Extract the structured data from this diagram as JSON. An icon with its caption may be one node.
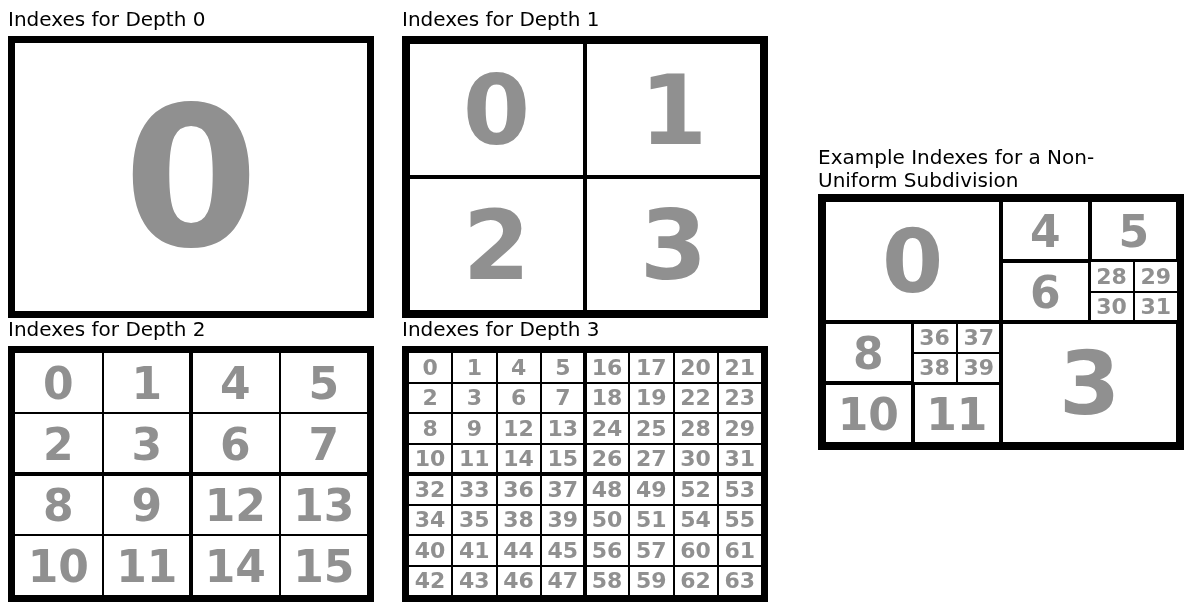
{
  "diagram": {
    "nodes": [
      {
        "text": [
          "Indexes for Depth 0"
        ]
      },
      {
        "text": [
          "0"
        ],
        "in": 0
      },
      {
        "text": [
          "Indexes for Depth 1"
        ]
      },
      {
        "text": [
          "0"
        ],
        "in": 2
      },
      {
        "text": [
          "1"
        ],
        "in": 2
      },
      {
        "text": [
          "2"
        ],
        "in": 2
      },
      {
        "text": [
          "3"
        ],
        "in": 2
      },
      {
        "text": [
          "Example Indexes for a Non-Uniform Subdivision"
        ]
      },
      {
        "text": [
          "0"
        ],
        "in": 7
      },
      {
        "text": [
          "4"
        ],
        "in": 7
      },
      {
        "text": [
          "5"
        ],
        "in": 7
      },
      {
        "text": [
          "6"
        ],
        "in": 7
      },
      {
        "text": [
          "28"
        ],
        "in": 7
      },
      {
        "text": [
          "29"
        ],
        "in": 7
      },
      {
        "text": [
          "30"
        ],
        "in": 7
      },
      {
        "text": [
          "31"
        ],
        "in": 7
      },
      {
        "text": [
          "8"
        ],
        "in": 7
      },
      {
        "text": [
          "36"
        ],
        "in": 7
      },
      {
        "text": [
          "37"
        ],
        "in": 7
      },
      {
        "text": [
          "38"
        ],
        "in": 7
      },
      {
        "text": [
          "39"
        ],
        "in": 7
      },
      {
        "text": [
          "3"
        ],
        "in": 7
      },
      {
        "text": [
          "10"
        ],
        "in": 7
      },
      {
        "text": [
          "11"
        ],
        "in": 7
      },
      {
        "text": [
          "Indexes for Depth 2"
        ]
      },
      {
        "text": [
          "0"
        ],
        "in": 24
      },
      {
        "text": [
          "1"
        ],
        "in": 24
      },
      {
        "text": [
          "4"
        ],
        "in": 24
      },
      {
        "text": [
          "5"
        ],
        "in": 24
      },
      {
        "text": [
          "2"
        ],
        "in": 24
      },
      {
        "text": [
          "3"
        ],
        "in": 24
      },
      {
        "text": [
          "6"
        ],
        "in": 24
      },
      {
        "text": [
          "7"
        ],
        "in": 24
      },
      {
        "text": [
          "8"
        ],
        "in": 24
      },
      {
        "text": [
          "9"
        ],
        "in": 24
      },
      {
        "text": [
          "12"
        ],
        "in": 24
      },
      {
        "text": [
          "13"
        ],
        "in": 24
      },
      {
        "text": [
          "10"
        ],
        "in": 24
      },
      {
        "text": [
          "11"
        ],
        "in": 24
      },
      {
        "text": [
          "14"
        ],
        "in": 24
      },
      {
        "text": [
          "15"
        ],
        "in": 24
      },
      {
        "text": [
          "Indexes for Depth 3"
        ]
      },
      {
        "text": [
          "0"
        ],
        "in": 41
      },
      {
        "text": [
          "1"
        ],
        "in": 41
      },
      {
        "text": [
          "4"
        ],
        "in": 41
      },
      {
        "text": [
          "5"
        ],
        "in": 41
      },
      {
        "text": [
          "16"
        ],
        "in": 41
      },
      {
        "text": [
          "17"
        ],
        "in": 41
      },
      {
        "text": [
          "20"
        ],
        "in": 41
      },
      {
        "text": [
          "21"
        ],
        "in": 41
      },
      {
        "text": [
          "2"
        ],
        "in": 41
      },
      {
        "text": [
          "3"
        ],
        "in": 41
      },
      {
        "text": [
          "6"
        ],
        "in": 41
      },
      {
        "text": [
          "7"
        ],
        "in": 41
      },
      {
        "text": [
          "18"
        ],
        "in": 41
      },
      {
        "text": [
          "19"
        ],
        "in": 41
      },
      {
        "text": [
          "22"
        ],
        "in": 41
      },
      {
        "text": [
          "23"
        ],
        "in": 41
      },
      {
        "text": [
          "8"
        ],
        "in": 41
      },
      {
        "text": [
          "9"
        ],
        "in": 41
      },
      {
        "text": [
          "12"
        ],
        "in": 41
      },
      {
        "text": [
          "13"
        ],
        "in": 41
      },
      {
        "text": [
          "24"
        ],
        "in": 41
      },
      {
        "text": [
          "25"
        ],
        "in": 41
      },
      {
        "text": [
          "28"
        ],
        "in": 41
      },
      {
        "text": [
          "29"
        ],
        "in": 41
      },
      {
        "text": [
          "10"
        ],
        "in": 41
      },
      {
        "text": [
          "11"
        ],
        "in": 41
      },
      {
        "text": [
          "14"
        ],
        "in": 41
      },
      {
        "text": [
          "15"
        ],
        "in": 41
      },
      {
        "text": [
          "26"
        ],
        "in": 41
      },
      {
        "text": [
          "27"
        ],
        "in": 41
      },
      {
        "text": [
          "30"
        ],
        "in": 41
      },
      {
        "text": [
          "31"
        ],
        "in": 41
      },
      {
        "text": [
          "32"
        ],
        "in": 41
      },
      {
        "text": [
          "33"
        ],
        "in": 41
      },
      {
        "text": [
          "36"
        ],
        "in": 41
      },
      {
        "text": [
          "37"
        ],
        "in": 41
      },
      {
        "text": [
          "48"
        ],
        "in": 41
      },
      {
        "text": [
          "49"
        ],
        "in": 41
      },
      {
        "text": [
          "52"
        ],
        "in": 41
      },
      {
        "text": [
          "53"
        ],
        "in": 41
      },
      {
        "text": [
          "34"
        ],
        "in": 41
      },
      {
        "text": [
          "35"
        ],
        "in": 41
      },
      {
        "text": [
          "38"
        ],
        "in": 41
      },
      {
        "text": [
          "39"
        ],
        "in": 41
      },
      {
        "text": [
          "50"
        ],
        "in": 41
      },
      {
        "text": [
          "51"
        ],
        "in": 41
      },
      {
        "text": [
          "54"
        ],
        "in": 41
      },
      {
        "text": [
          "55"
        ],
        "in": 41
      },
      {
        "text": [
          "40"
        ],
        "in": 41
      },
      {
        "text": [
          "41"
        ],
        "in": 41
      },
      {
        "text": [
          "44"
        ],
        "in": 41
      },
      {
        "text": [
          "45"
        ],
        "in": 41
      },
      {
        "text": [
          "56"
        ],
        "in": 41
      },
      {
        "text": [
          "57"
        ],
        "in": 41
      },
      {
        "text": [
          "60"
        ],
        "in": 41
      },
      {
        "text": [
          "61"
        ],
        "in": 41
      },
      {
        "text": [
          "42"
        ],
        "in": 41
      },
      {
        "text": [
          "43"
        ],
        "in": 41
      },
      {
        "text": [
          "46"
        ],
        "in": 41
      },
      {
        "text": [
          "47"
        ],
        "in": 41
      },
      {
        "text": [
          "58"
        ],
        "in": 41
      },
      {
        "text": [
          "59"
        ],
        "in": 41
      },
      {
        "text": [
          "62"
        ],
        "in": 41
      },
      {
        "text": [
          "63"
        ],
        "in": 41
      }
    ]
  }
}
